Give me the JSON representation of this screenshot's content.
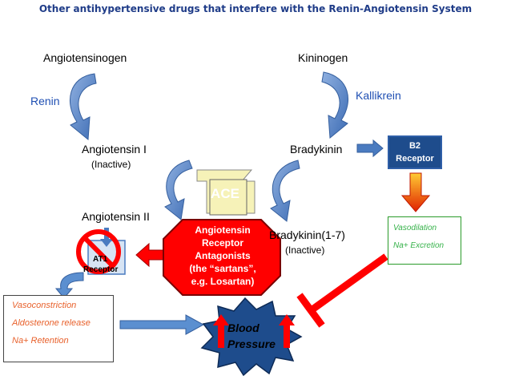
{
  "title": "Other antihypertensive drugs that interfere with the Renin-Angiotensin System",
  "left_pathway": {
    "angiotensinogen": "Angiotensinogen",
    "renin": "Renin",
    "angiotensin_1": "Angiotensin I",
    "angiotensin_1_note": "(Inactive)",
    "angiotensin_2": "Angiotensin II",
    "at1_receptor": [
      "AT1",
      "Receptor"
    ]
  },
  "right_pathway": {
    "kininogen": "Kininogen",
    "kallikrein": "Kallikrein",
    "bradykinin": "Bradykinin",
    "bradykinin_1_7": "Bradykinin(1-7)",
    "bradykinin_1_7_note": "(Inactive)",
    "b2_receptor": [
      "B2",
      "Receptor"
    ]
  },
  "ace_label": "ACE",
  "arb_box": [
    "Angiotensin",
    "Receptor",
    "Antagonists",
    "(the “sartans”,",
    "e.g. Losartan)"
  ],
  "effects_left": [
    "Vasoconstriction",
    "Aldosterone release",
    "Na+ Retention"
  ],
  "effects_right": [
    "Vasodilation",
    "Na+ Excretion"
  ],
  "blood_pressure": [
    "Blood",
    "Pressure"
  ],
  "colors": {
    "title": "#1f3c88",
    "pathway_arrow": "#4a7bc0",
    "ace_fill": "#f6f2b8",
    "arb_fill": "#ff0000",
    "inhibit_red": "#ff0000",
    "bp_fill": "#1e4c8c",
    "b2_fill": "#1e4c8c",
    "vasodilation_text": "#36b24a",
    "vasoconstriction_text": "#e8612c"
  },
  "icons": [
    "curved-arrow-icon",
    "no-symbol-icon",
    "inhibition-bar-icon",
    "up-arrow-icon"
  ]
}
